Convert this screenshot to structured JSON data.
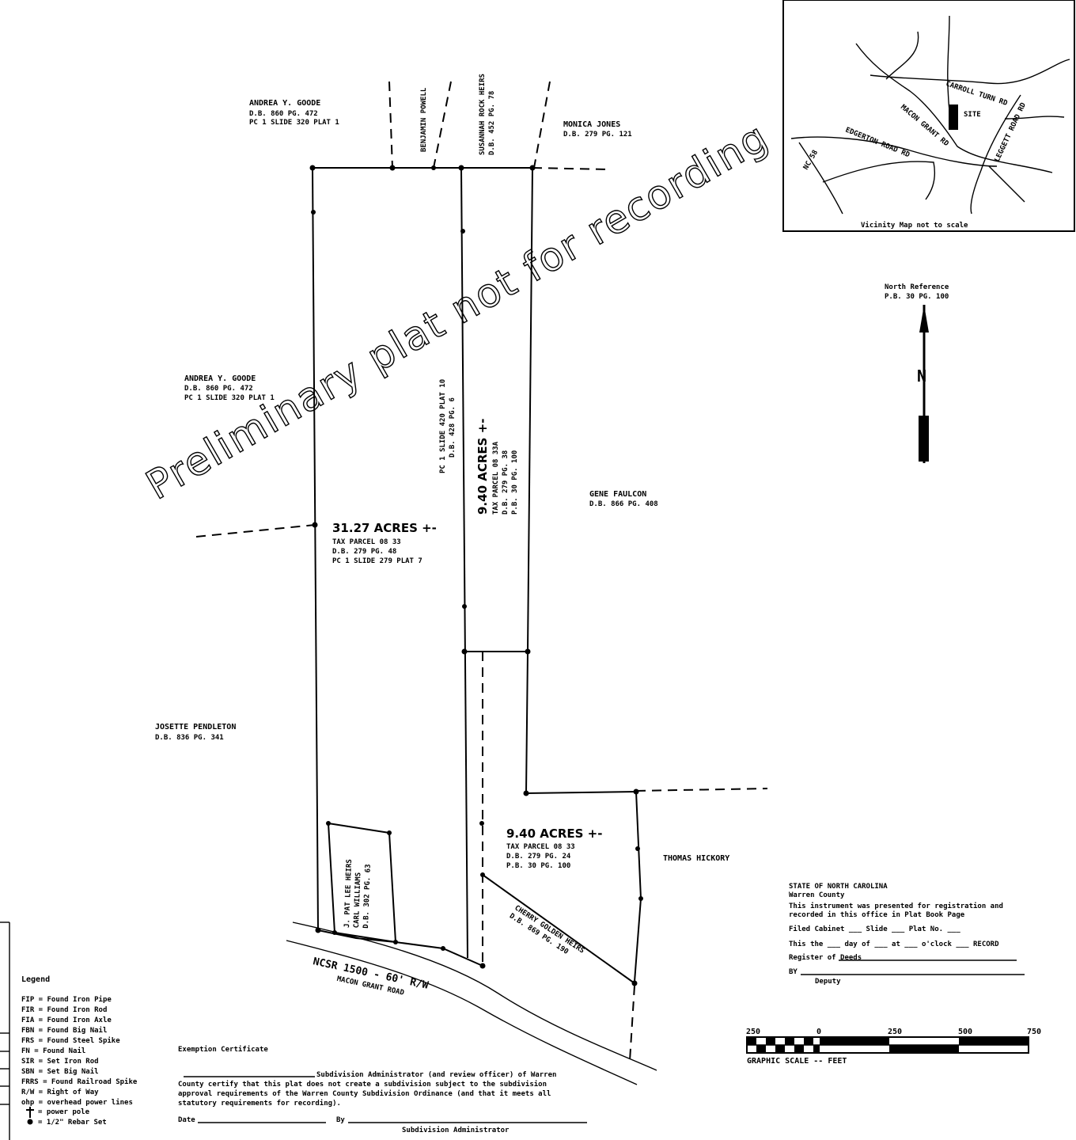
{
  "watermark": "Preliminary plat not for recording",
  "adjoiners": {
    "andrea_top": [
      "ANDREA Y. GOODE",
      "D.B. 860 PG. 472",
      "PC 1 SLIDE 320 PLAT 1"
    ],
    "benjamin_powell": "BENJAMIN POWELL",
    "sussannah": [
      "SUSANNAH ROCK HEIRS",
      "D.B. 452 PG. 78"
    ],
    "monica_jones": [
      "MONICA JONES",
      "D.B. 279 PG. 121"
    ],
    "andrea_left": [
      "ANDREA Y. GOODE",
      "D.B. 860 PG. 472",
      "PC 1 SLIDE 320 PLAT 1"
    ],
    "strip_vertical": [
      "PC 1 SLIDE 420 PLAT 10",
      "D.B. 428 PG. 6"
    ],
    "gene_faulcon": [
      "GENE FAULCON",
      "D.B. 866 PG. 408"
    ],
    "josette": [
      "JOSETTE PENDLETON",
      "D.B. 836 PG. 341"
    ],
    "thomas": "THOMAS HICKORY",
    "small_lot": [
      "J. PAT LEE HEIRS",
      "CARL WILLIAMS",
      "D.B. 302 PG. 63"
    ],
    "cemetery": [
      "CHERRY GOLDEN HEIRS",
      "D.B. 869 PG. 190"
    ]
  },
  "tracts": {
    "main": [
      "31.27 ACRES +-",
      "TAX PARCEL 08 33",
      "D.B. 279 PG. 48",
      "PC 1 SLIDE 279 PLAT 7"
    ],
    "upper": [
      "9.40 ACRES +-",
      "TAX PARCEL 08 33A",
      "D.B. 279 PG. 38",
      "P.B. 30 PG. 100"
    ],
    "lower": [
      "9.40 ACRES +-",
      "TAX PARCEL 08 33",
      "D.B. 279 PG. 24",
      "P.B. 30 PG. 100"
    ]
  },
  "road": {
    "label": "NCSR 1500 - 60' R/W",
    "name": "MACON GRANT ROAD"
  },
  "vicinity": {
    "site": "SITE",
    "roads": [
      "CARROLL TURN RD",
      "MACON GRANT RD",
      "EDGERTON ROAD RD",
      "NC 58",
      "LEGGETT ROAD RD"
    ],
    "caption": "Vicinity Map not to scale"
  },
  "north": {
    "title": "North Reference",
    "ref": "P.B. 30 PG. 100",
    "letter": "N"
  },
  "legend": {
    "title": "Legend",
    "items": [
      "FIP = Found Iron Pipe",
      "FIR = Found Iron Rod",
      "FIA = Found Iron Axle",
      "FBN = Found Big Nail",
      "FRS = Found Steel Spike",
      "FN = Found Nail",
      "SIR = Set Iron Rod",
      "SBN = Set Big Nail",
      "FRRS = Found Railroad Spike",
      "R/W = Right of Way",
      "ohp = overhead power lines",
      "= power pole",
      "= 1/2\" Rebar Set"
    ]
  },
  "exemption": {
    "title": "Exemption Certificate",
    "line1": "Subdivision Administrator (and review officer) of Warren",
    "line2": "County certify that this plat does not create a subdivision subject to the subdivision",
    "line3": "approval requirements of the Warren County Subdivision Ordinance (and that it meets all",
    "line4": "statutory requirements for recording).",
    "date": "Date",
    "by": "By",
    "signer": "Subdivision Administrator"
  },
  "recording": {
    "line1": "STATE OF NORTH CAROLINA",
    "line2": "Warren County",
    "line3": "This instrument was presented for registration and",
    "line4": "recorded in this office in Plat Book Page",
    "line5": "This the day of at o'clock",
    "line6": "Register of Deeds",
    "line7": "BY",
    "line8": "Deputy",
    "filed": "Filed Cabinet ___ Slide ___ Plat No. ___",
    "time": "This the ___ day of ___ at ___ o'clock ___ RECORD"
  },
  "scale": {
    "ticks": [
      "250",
      "0",
      "250",
      "500",
      "750"
    ],
    "caption": "GRAPHIC SCALE -- FEET"
  }
}
